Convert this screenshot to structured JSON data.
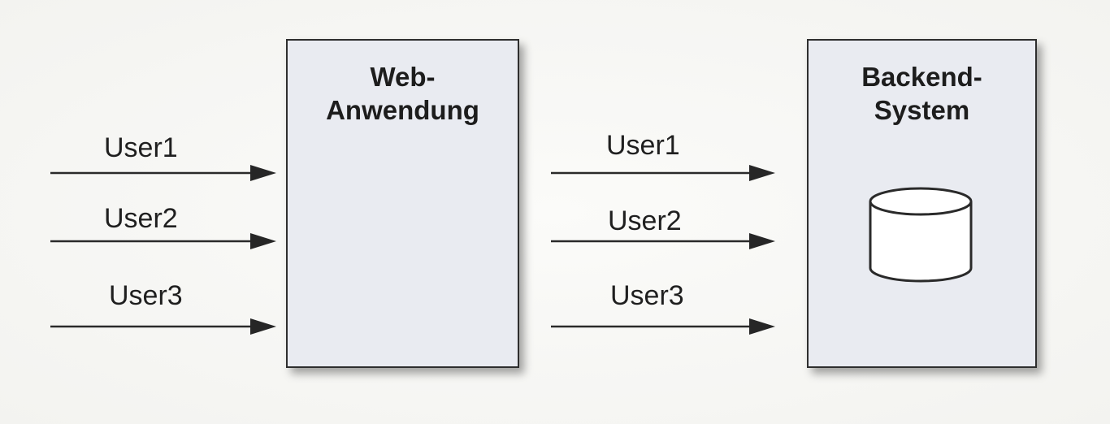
{
  "diagram": {
    "web_app": {
      "title": "Web-\nAnwendung"
    },
    "backend": {
      "title": "Backend-\nSystem",
      "icon": "database-icon"
    },
    "left_users": [
      "User1",
      "User2",
      "User3"
    ],
    "right_users": [
      "User1",
      "User2",
      "User3"
    ]
  }
}
